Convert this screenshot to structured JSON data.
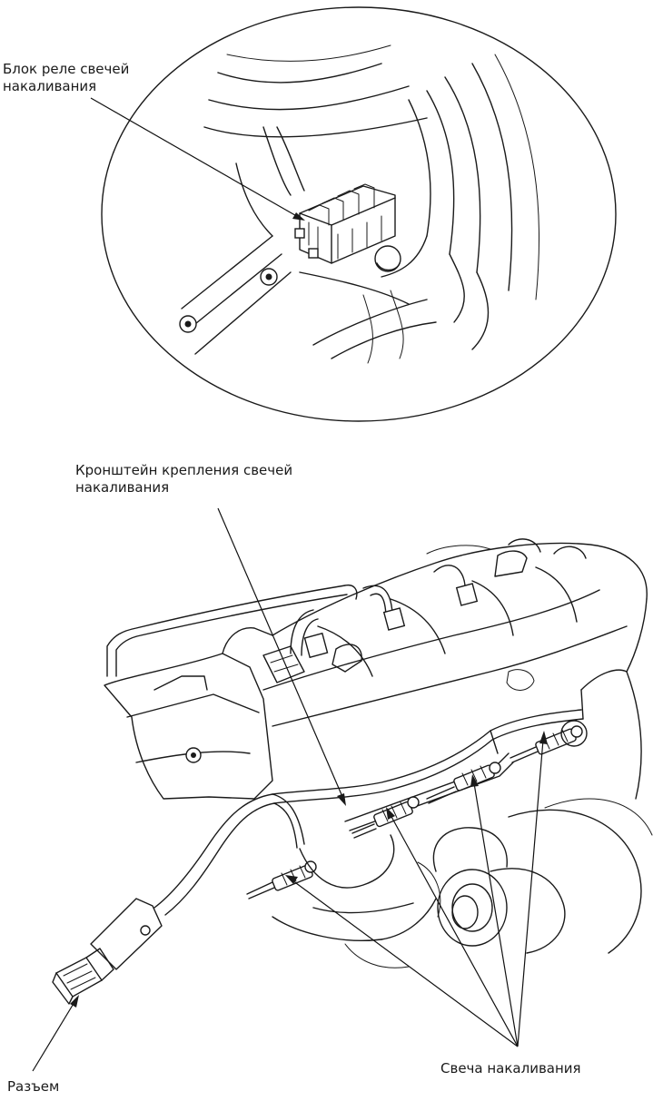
{
  "labels": {
    "relay_block": [
      "Блок реле свечей",
      "накаливания"
    ],
    "bracket": [
      "Кронштейн крепления свечей",
      "накаливания"
    ],
    "glow_plug": "Свеча накаливания",
    "connector": "Разъем"
  },
  "colors": {
    "ink": "#1a1a1a",
    "background": "#ffffff"
  }
}
